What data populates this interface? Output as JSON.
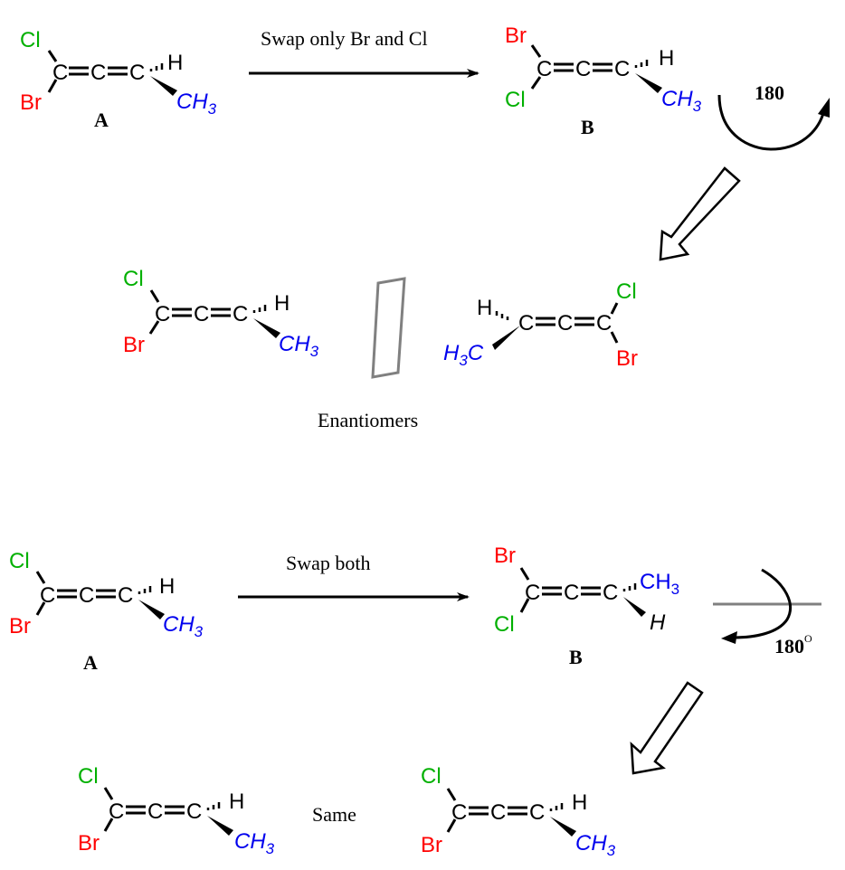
{
  "colors": {
    "Cl": "#00b000",
    "Br": "#ff0000",
    "CH3": "#0000ee",
    "carbon": "#000000",
    "mirror": "#808080",
    "axis": "#808080"
  },
  "top_panel": {
    "molecule_A": {
      "label": "A",
      "atoms": {
        "top_sub": "Cl",
        "bottom_sub": "Br",
        "c1": "C",
        "c2": "C",
        "c3": "C",
        "hashed": "H",
        "wedge": "CH",
        "wedge_sub": "3"
      }
    },
    "arrow_label": "Swap only Br and Cl",
    "molecule_B": {
      "label": "B",
      "atoms": {
        "top_sub": "Br",
        "bottom_sub": "Cl",
        "c1": "C",
        "c2": "C",
        "c3": "C",
        "hashed": "H",
        "wedge": "CH",
        "wedge_sub": "3"
      }
    },
    "rotation_label": "180",
    "result_left": {
      "atoms": {
        "top_sub": "Cl",
        "bottom_sub": "Br",
        "c1": "C",
        "c2": "C",
        "c3": "C",
        "hashed": "H",
        "wedge": "CH",
        "wedge_sub": "3"
      }
    },
    "result_right": {
      "atoms": {
        "top_sub": "Cl",
        "bottom_sub": "Br",
        "c1": "C",
        "c2": "C",
        "c3": "C",
        "hashed": "H",
        "wedge_pre": "H",
        "wedge_sub": "3",
        "wedge_post": "C"
      }
    },
    "relationship": "Enantiomers"
  },
  "bottom_panel": {
    "molecule_A": {
      "label": "A",
      "atoms": {
        "top_sub": "Cl",
        "bottom_sub": "Br",
        "c1": "C",
        "c2": "C",
        "c3": "C",
        "hashed": "H",
        "wedge": "CH",
        "wedge_sub": "3"
      }
    },
    "arrow_label": "Swap both",
    "molecule_B": {
      "label": "B",
      "atoms": {
        "top_sub": "Br",
        "bottom_sub": "Cl",
        "c1": "C",
        "c2": "C",
        "c3": "C",
        "hashed": "CH",
        "hashed_sub": "3",
        "wedge": "H"
      }
    },
    "rotation_label": "180",
    "rotation_unit": "O",
    "result_left": {
      "atoms": {
        "top_sub": "Cl",
        "bottom_sub": "Br",
        "c1": "C",
        "c2": "C",
        "c3": "C",
        "hashed": "H",
        "wedge": "CH",
        "wedge_sub": "3"
      }
    },
    "result_right": {
      "atoms": {
        "top_sub": "Cl",
        "bottom_sub": "Br",
        "c1": "C",
        "c2": "C",
        "c3": "C",
        "hashed": "H",
        "wedge": "CH",
        "wedge_sub": "3"
      }
    },
    "relationship": "Same"
  }
}
